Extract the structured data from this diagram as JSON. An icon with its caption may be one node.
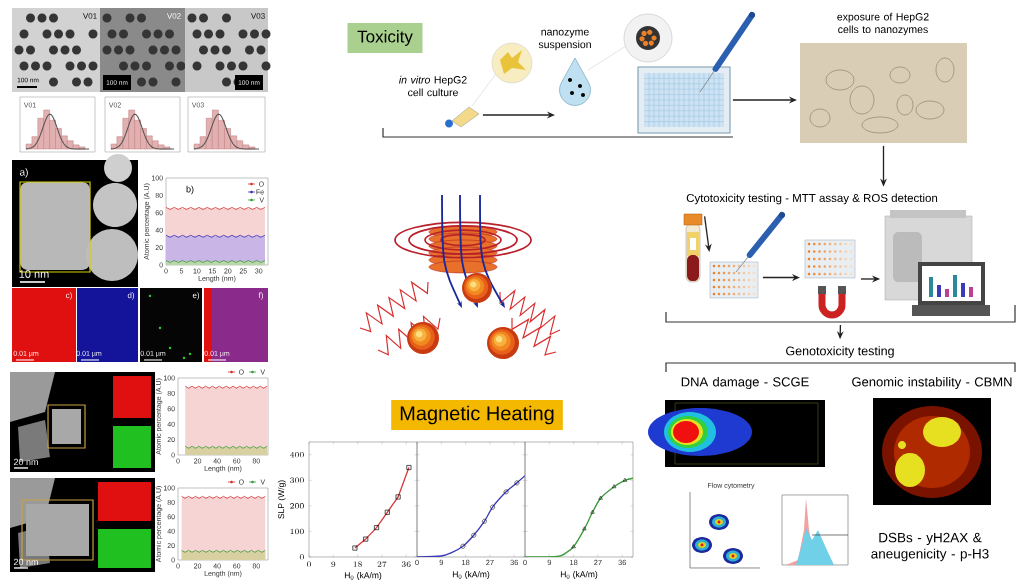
{
  "diagram": {
    "nodes": [
      {
        "text": [
          "Toxicity"
        ]
      },
      {
        "text": [
          "*in vitro* HepG2 cell culture"
        ]
      },
      {
        "text": [
          "nanozyme suspension"
        ]
      },
      {
        "text": [],
        "shape": "picture"
      },
      {
        "text": [
          "exposure of HepG2 cells to nanozymes"
        ]
      },
      {
        "text": [
          "Cytotoxicity testing - MTT assay & ROS detection"
        ]
      },
      {
        "text": [],
        "shape": "picture"
      },
      {
        "text": [],
        "shape": "picture"
      },
      {
        "text": [],
        "shape": "picture"
      },
      {
        "text": [],
        "shape": "picture"
      },
      {
        "text": [
          "Genotoxicity testing"
        ]
      },
      {
        "text": [
          "DNA damage - SCGE"
        ]
      },
      {
        "text": [
          "Genomic instability - CBMN"
        ]
      },
      {
        "text": [
          "DSBs - yH2AX & aneugenicity - p-H3"
        ]
      },
      {
        "text": [
          "Magnetic Heating"
        ]
      },
      {
        "text": [],
        "shape": "bracket"
      }
    ],
    "edges": [
      {
        "from": 1,
        "to": 2,
        "arrow": "to"
      },
      {
        "from": 3,
        "to": 4,
        "arrow": "to"
      },
      {
        "from": 4,
        "to": 5,
        "arrow": "to"
      },
      {
        "from": 6,
        "to": 7,
        "arrow": "to"
      },
      {
        "from": 7,
        "to": 8,
        "arrow": "to"
      },
      {
        "from": 8,
        "to": 9,
        "arrow": "to"
      },
      {
        "from": 15,
        "to": 10,
        "arrow": "to"
      }
    ],
    "labels": [
      "V01",
      "V02",
      "V03",
      "100 nm",
      "100 nm",
      "100 nm",
      "V01",
      "V02",
      "V03",
      "a)",
      "10 nm",
      "b)",
      "O",
      "Fe",
      "V",
      "Atomic percentage (A.U)",
      "Length (nm)",
      "0",
      "20",
      "40",
      "60",
      "80",
      "100",
      "0",
      "5",
      "10",
      "15",
      "20",
      "25",
      "30",
      "c)",
      "d)",
      "e)",
      "f)",
      "0.01 µm",
      "0.01 µm",
      "0.01 µm",
      "0.01 µm",
      "20 nm",
      "20 nm",
      "O",
      "V",
      "Atomic percentage (A.U)",
      "Length (nm)",
      "0",
      "20",
      "40",
      "60",
      "80",
      "100",
      "0",
      "20",
      "40",
      "60",
      "80",
      "O",
      "V",
      "Atomic percentage (A.U)",
      "Length (nm)",
      "0",
      "20",
      "40",
      "60",
      "80",
      "100",
      "0",
      "20",
      "40",
      "60",
      "80",
      "Flow cytometry",
      "0",
      "9",
      "18",
      "27",
      "36",
      "H$_{0}$ (kA/m)",
      "0",
      "9",
      "18",
      "27",
      "36",
      "H$_{0}$ (kA/m)"
    ],
    "chart_data": {
      "type": "line",
      "xlabel": "H$_{0}$ (kA/m)",
      "ylabel": "SLP (W/g)",
      "x": [
        17,
        21,
        25,
        29,
        33,
        37
      ],
      "xlim": [
        0,
        40
      ],
      "ylim": [
        0,
        450
      ],
      "xticks": [
        0,
        9,
        18,
        27,
        36
      ],
      "yticks": [
        0,
        100,
        200,
        300,
        400
      ],
      "series": [
        {
          "color": "#d63b3b",
          "marker": "square",
          "values": [
            35,
            70,
            115,
            175,
            235,
            350
          ]
        }
      ]
    }
  }
}
